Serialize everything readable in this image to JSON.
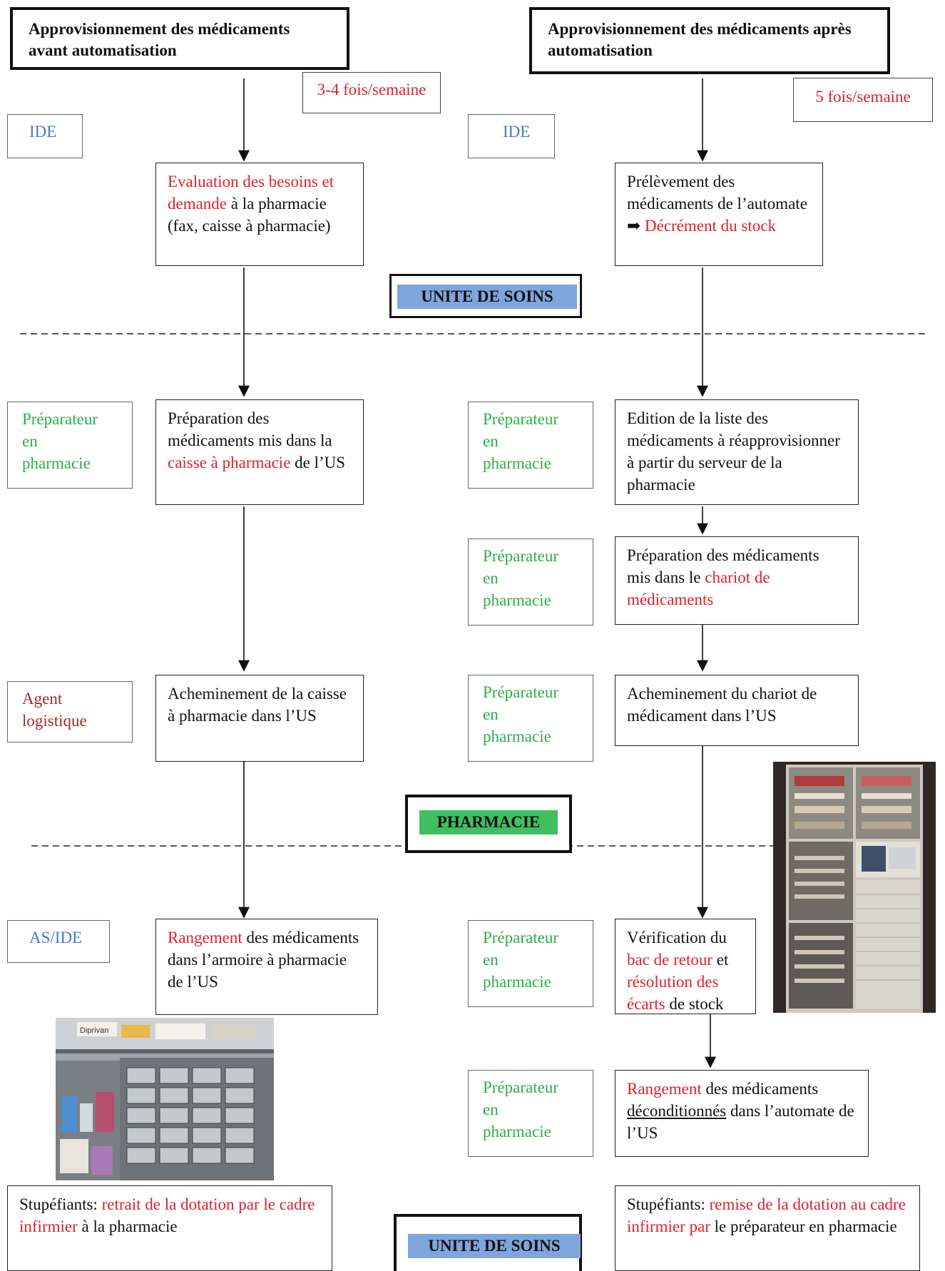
{
  "headers": {
    "left_title": "Approvisionnement des médicaments avant automatisation",
    "right_title": "Approvisionnement des médicaments après automatisation"
  },
  "frequencies": {
    "left": "3-4 fois/semaine",
    "right": "5 fois/semaine"
  },
  "zones": {
    "top": "UNITE DE SOINS",
    "middle": "PHARMACIE",
    "bottom": "UNITE DE SOINS",
    "colors": {
      "unite_de_soins": "#7fa6dc",
      "pharmacie": "#3fbf5f"
    }
  },
  "roles": {
    "ide": "IDE",
    "preparateur_1": "Préparateur",
    "preparateur_2": "en",
    "preparateur_3": "pharmacie",
    "agent_1": "Agent",
    "agent_2": "logistique",
    "as_ide": "AS/IDE"
  },
  "left_steps": {
    "s1_red": "Evaluation des besoins et demande",
    "s1_rest": " à la pharmacie (fax, caisse à pharmacie)",
    "s2_a": "Préparation des médicaments mis dans la ",
    "s2_red": "caisse à pharmacie",
    "s2_b": " de l’US",
    "s3": "Acheminement de la caisse à pharmacie dans l’US",
    "s4_red": "Rangement",
    "s4_rest": " des médicaments dans l’armoire à pharmacie de l’US",
    "stup_a": "Stupéfiants: ",
    "stup_red": "retrait de la dotation par le cadre infirmier",
    "stup_b": " à la pharmacie"
  },
  "right_steps": {
    "s1": "Prélèvement des médicaments de l’automate",
    "s1_arrow": "➡",
    "s1_red": " Décrément du stock",
    "s2": "Edition de la liste des médicaments à réapprovisionner à partir du serveur de la pharmacie",
    "s3_a": "Préparation des médicaments mis dans le ",
    "s3_red": "chariot de médicaments",
    "s4": "Acheminement du chariot de médicament dans l’US",
    "s5_a": "Vérification du ",
    "s5_red1": "bac de retour",
    "s5_b": " et ",
    "s5_red2": "résolution des écarts",
    "s5_c": " de stock",
    "s6_red": "Rangement",
    "s6_a": " des médicaments ",
    "s6_u": "déconditionnés",
    "s6_b": " dans l’automate  de l’US",
    "stup_a": "Stupéfiants: ",
    "stup_red": "remise de la dotation au cadre infirmier par",
    "stup_b": " le préparateur en pharmacie"
  },
  "photos": {
    "label_diprivan": "Diprivan"
  }
}
